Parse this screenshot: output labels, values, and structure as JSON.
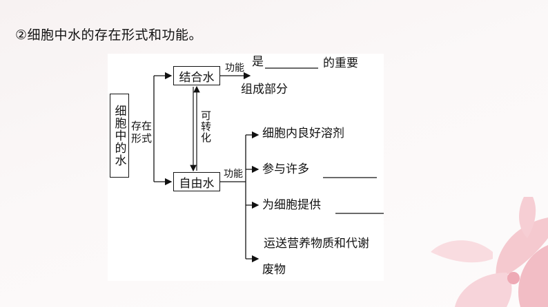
{
  "slide": {
    "title": "②细胞中水的存在形式和功能。"
  },
  "diagram": {
    "root": "细胞中的水",
    "existence_label_line1": "存在",
    "existence_label_line2": "形式",
    "bound_water": "结合水",
    "free_water": "自由水",
    "convertible": "可转化",
    "bound_function_label": "功能",
    "free_function_label": "功能",
    "bound_function_line1_prefix": "是",
    "bound_function_line1_suffix": "的重要",
    "bound_function_line2": "组成部分",
    "free_functions": [
      "细胞内良好溶剂",
      "参与许多",
      "为细胞提供",
      "运送营养物质和代谢",
      "废物"
    ]
  },
  "colors": {
    "ink": "#111111",
    "petal": "#f3b9c1"
  }
}
